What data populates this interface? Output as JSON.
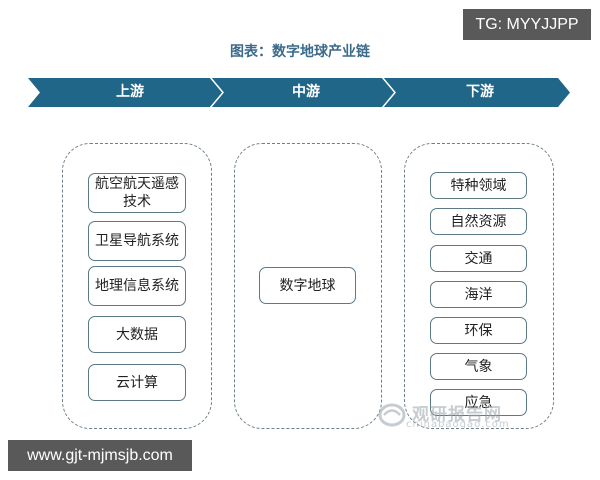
{
  "overlay": {
    "tg_label": "TG: MYYJJPP",
    "url_label": "www.gjt-mjmsjb.com"
  },
  "diagram": {
    "title": "图表：数字地球产业链",
    "band_color": "#1f6689",
    "stages": [
      {
        "label": "上游",
        "items": [
          "航空航天遥感技术",
          "卫星导航系统",
          "地理信息系统",
          "大数据",
          "云计算"
        ]
      },
      {
        "label": "中游",
        "items": [
          "数字地球"
        ]
      },
      {
        "label": "下游",
        "items": [
          "特种领域",
          "自然资源",
          "交通",
          "海洋",
          "环保",
          "气象",
          "应急"
        ]
      }
    ]
  },
  "watermark": {
    "brand_cn": "观研报告网",
    "brand_en": "chinabaogao.com"
  }
}
